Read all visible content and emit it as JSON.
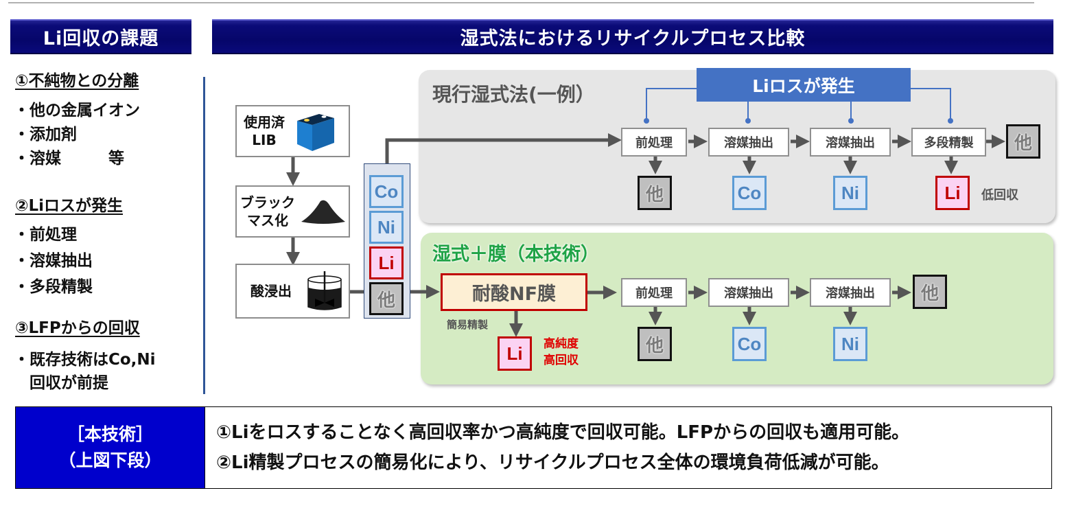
{
  "header": {
    "left_title": "Li回収の課題",
    "main_title": "湿式法におけるリサイクルプロセス比較"
  },
  "issues": [
    {
      "heading": "①不純物との分離",
      "items": [
        "・他の金属イオン",
        "・添加剤",
        "・溶媒　　　等"
      ]
    },
    {
      "heading": "②Liロスが発生",
      "items": [
        "・前処理",
        "・溶媒抽出",
        "・多段精製"
      ]
    },
    {
      "heading": "③LFPからの回収",
      "items": [
        "・既存技術はCo,Ni",
        "　回収が前提"
      ]
    }
  ],
  "source_flow": {
    "steps": [
      {
        "label_line1": "使用済",
        "label_line2": "LIB",
        "icon": "battery-icon"
      },
      {
        "label_line1": "ブラック",
        "label_line2": "マス化",
        "icon": "powder-pile-icon"
      },
      {
        "label_line1": "酸浸出",
        "label_line2": "",
        "icon": "stirred-tank-icon"
      }
    ],
    "elements": [
      "Co",
      "Ni",
      "Li",
      "他"
    ]
  },
  "current_process": {
    "title": "現行湿式法(一例）",
    "loss_label": "Liロスが発生",
    "steps": [
      "前処理",
      "溶媒抽出",
      "溶媒抽出",
      "多段精製"
    ],
    "outputs": [
      "他",
      "Co",
      "Ni",
      "Li"
    ],
    "final_output": "他",
    "li_note": "低回収"
  },
  "new_process": {
    "title": "湿式＋膜（本技術）",
    "membrane_label": "耐酸NF膜",
    "simple_purification_label": "簡易精製",
    "li_output": "Li",
    "li_note_line1": "高純度",
    "li_note_line2": "高回収",
    "steps": [
      "前処理",
      "溶媒抽出",
      "溶媒抽出"
    ],
    "outputs": [
      "他",
      "Co",
      "Ni"
    ],
    "final_output": "他"
  },
  "summary": {
    "label_line1": "［本技術］",
    "label_line2": "（上図下段）",
    "point1": "①Liをロスすることなく高回収率かつ高純度で回収可能。LFPからの回収も適用可能。",
    "point2": "②Li精製プロセスの簡易化により、リサイクルプロセス全体の環境負荷低減が可能。"
  },
  "colors": {
    "banner_navy": "#06066a",
    "loss_blue": "#4472c4",
    "co_ni_border": "#5b9bd5",
    "li_red": "#c00000",
    "green_title": "#1fa346",
    "summary_blue": "#0000cc"
  }
}
